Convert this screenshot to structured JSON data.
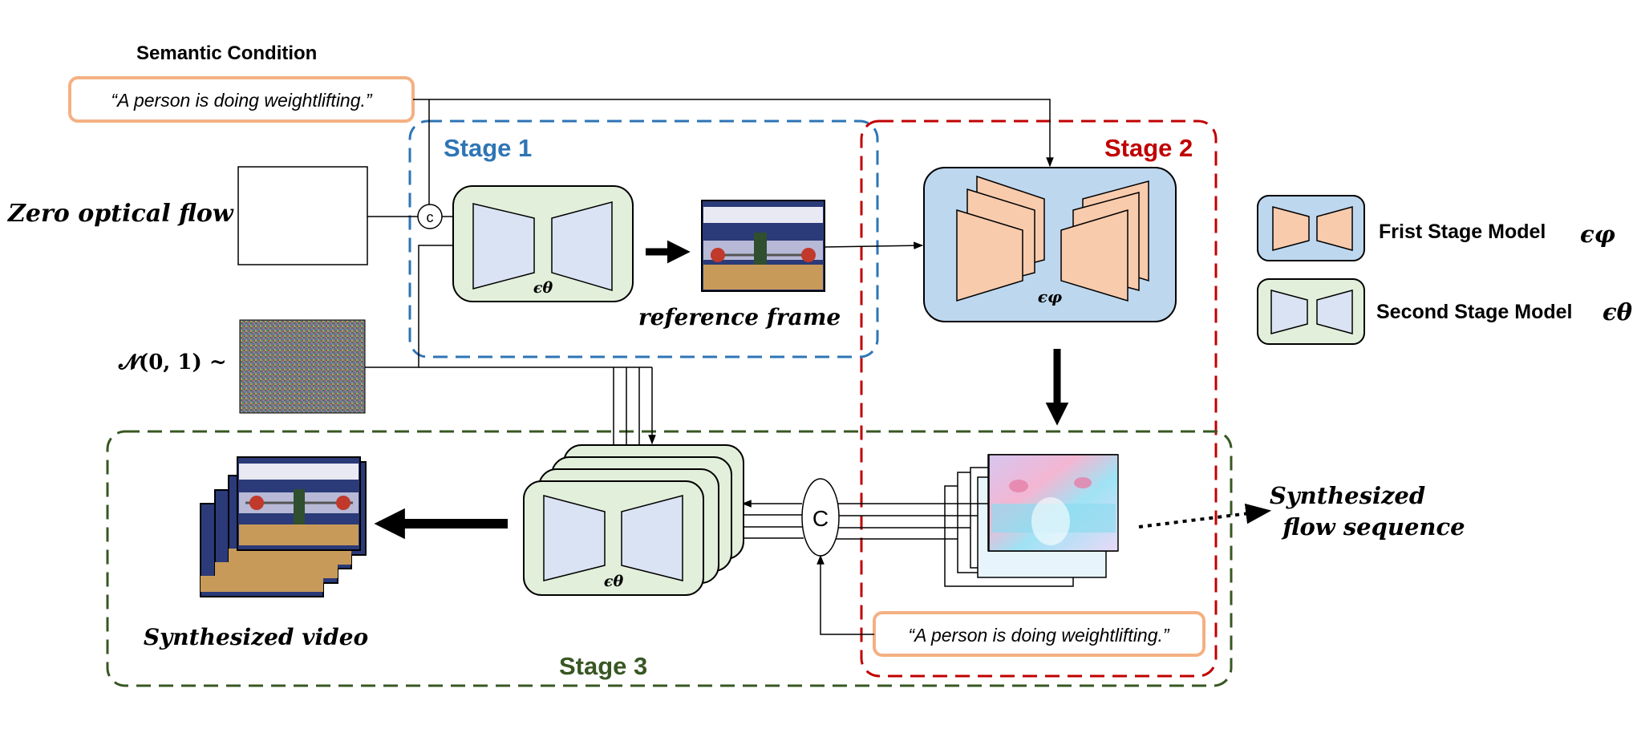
{
  "semantic_condition": {
    "title": "Semantic Condition",
    "prompt": "“A person is doing weightlifting.”"
  },
  "inputs": {
    "zero_flow_label": "Zero optical flow",
    "noise_label": "𝓝(𝟎, 𝟏) ~"
  },
  "stages": {
    "stage1": "Stage 1",
    "stage2": "Stage 2",
    "stage3": "Stage 3"
  },
  "symbols": {
    "concat_small": "c",
    "concat_big": "C",
    "eps_theta": "ϵθ",
    "eps_phi": "ϵφ"
  },
  "outputs": {
    "reference_frame": "reference frame",
    "synthesized_flow_line1": "Synthesized",
    "synthesized_flow_line2": "flow sequence",
    "synthesized_video": "Synthesized video",
    "stage3_prompt": "“A person is doing weightlifting.”"
  },
  "legend": {
    "first_stage_label": "Frist Stage Model",
    "second_stage_label": "Second Stage Model"
  },
  "colors": {
    "stage1": "#2e75b6",
    "stage2": "#c00000",
    "stage3": "#385723",
    "prompt_border": "#f4b183",
    "model_green": "#e2efda",
    "model_blue": "#bdd7ee",
    "trap_light": "#dae3f3",
    "trap_peach": "#f8cbad"
  }
}
